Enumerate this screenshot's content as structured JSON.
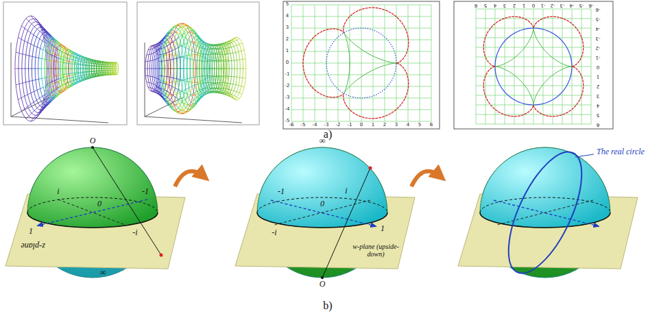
{
  "diagram": {
    "labels": [
      "a)",
      "b)",
      "-6",
      "-5",
      "-4",
      "-3",
      "-2",
      "-1",
      "0",
      "1",
      "2",
      "3",
      "4",
      "5",
      "6",
      "5",
      "4",
      "3",
      "2",
      "1",
      "0",
      "-1",
      "-2",
      "-3",
      "-4",
      "-5",
      "6",
      "5",
      "4",
      "3",
      "2",
      "1",
      "0",
      "-1",
      "-2",
      "-3",
      "-4",
      "-5",
      "-6",
      "-6",
      "-5",
      "-4",
      "-3",
      "-2",
      "-1",
      "0",
      "1",
      "2",
      "3",
      "4",
      "5",
      "6",
      "O",
      "i",
      "-1",
      "0",
      "1",
      "-i",
      "z-plane",
      "∞",
      "∞",
      "-1",
      "i",
      "0",
      "1",
      "-i",
      "w-plane (upside- down)",
      "O",
      "The real circle"
    ]
  }
}
